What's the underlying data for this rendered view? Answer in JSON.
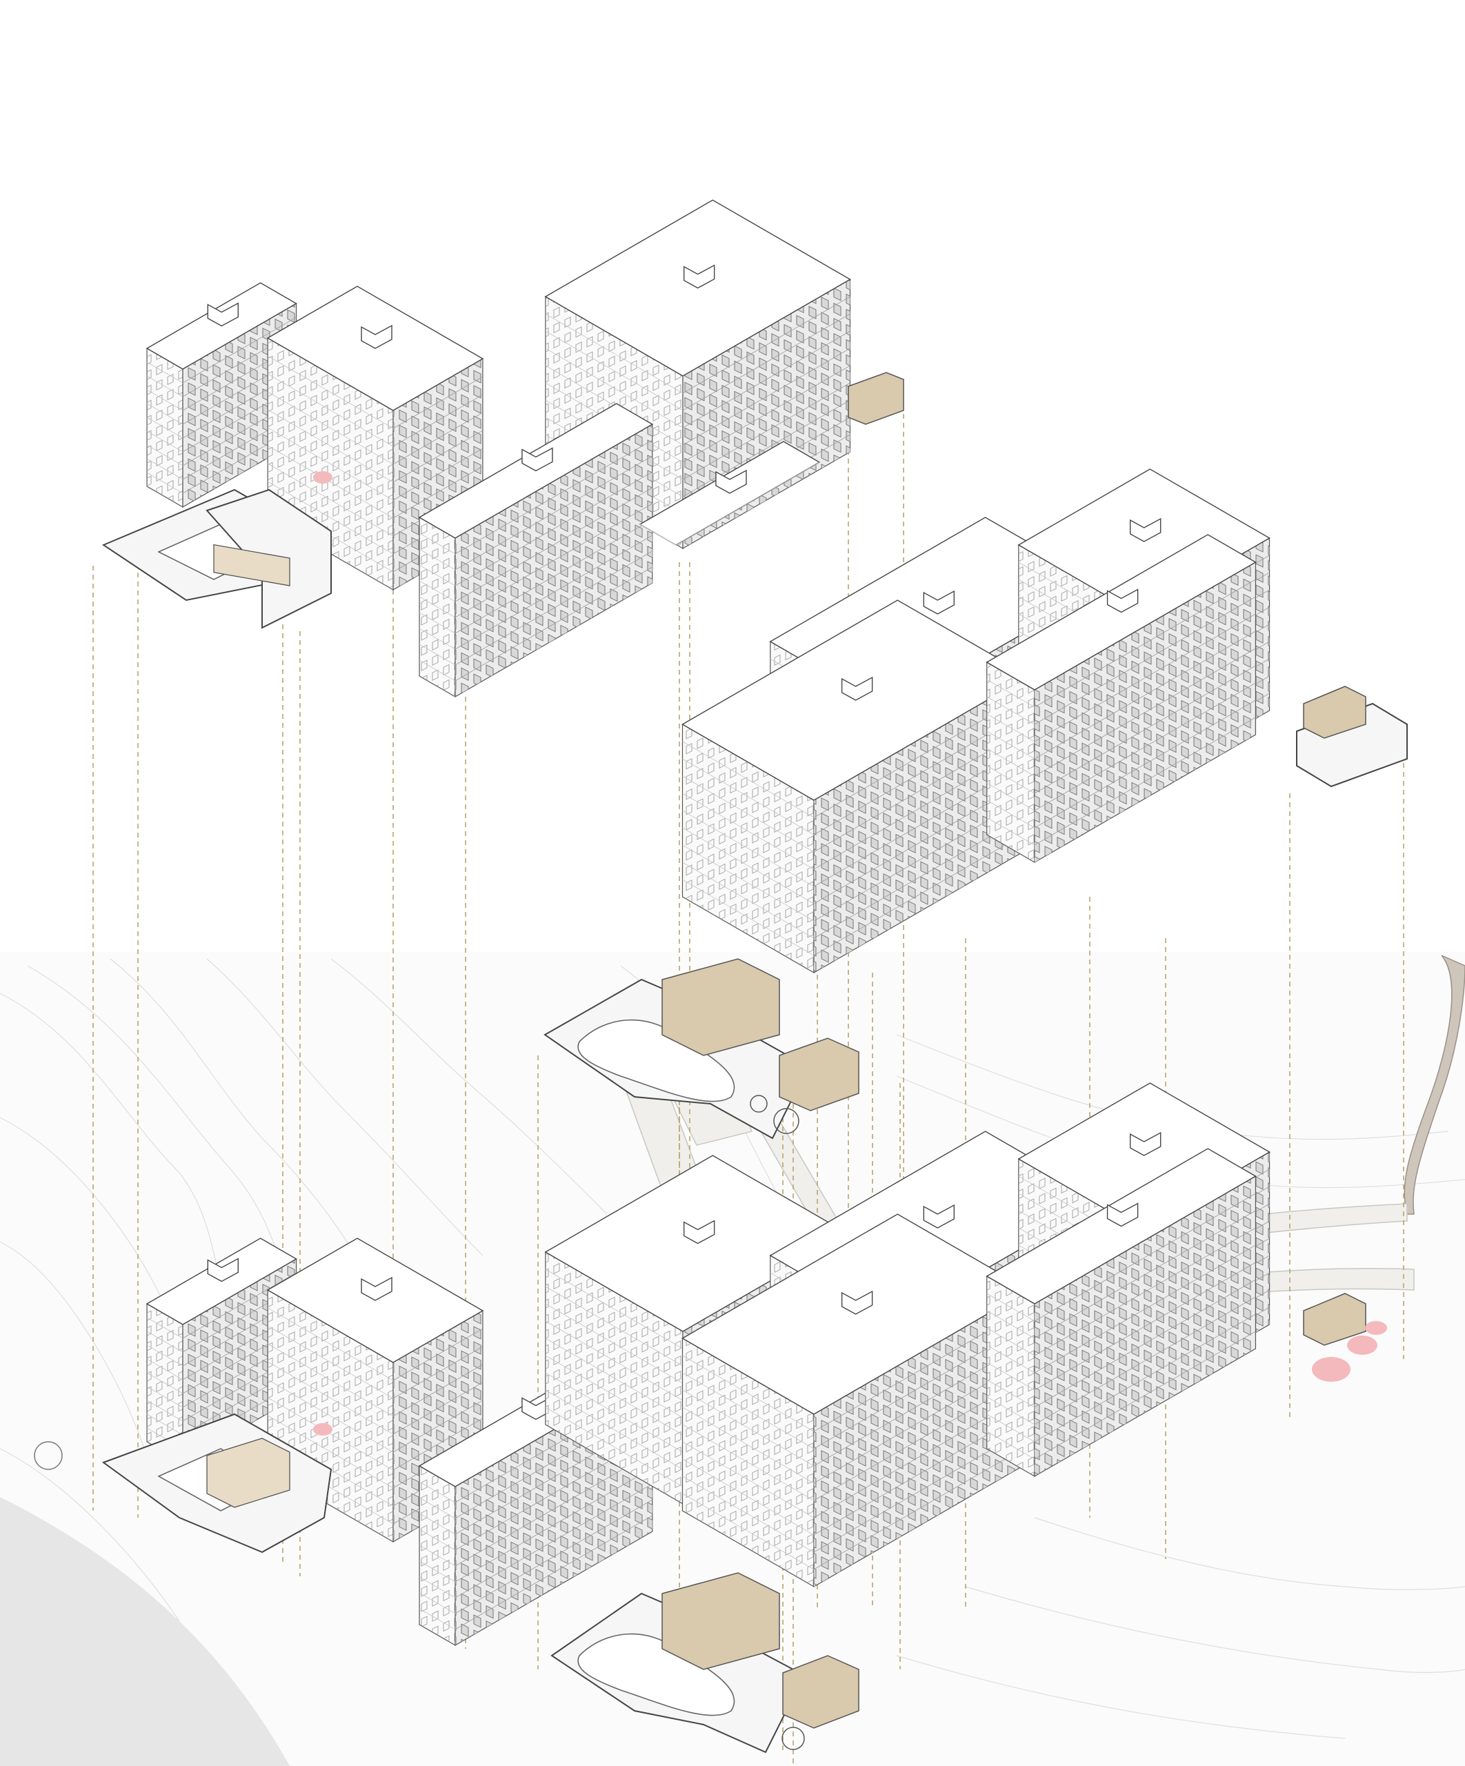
{
  "figure": {
    "description_visible_text": "",
    "colors": {
      "background": "#ffffff",
      "building_outline": "#555555",
      "dashed_alignment_lines": "#b8a46a",
      "amenity_pavilions": "#d9c9ad",
      "play_areas": "#f4b9bd",
      "access_road": "#cfc6bb"
    },
    "layers": [
      {
        "name": "upper-building-layer"
      },
      {
        "name": "middle-building-layer"
      },
      {
        "name": "amenity-deck-layer"
      },
      {
        "name": "site-composite-layer"
      }
    ]
  }
}
